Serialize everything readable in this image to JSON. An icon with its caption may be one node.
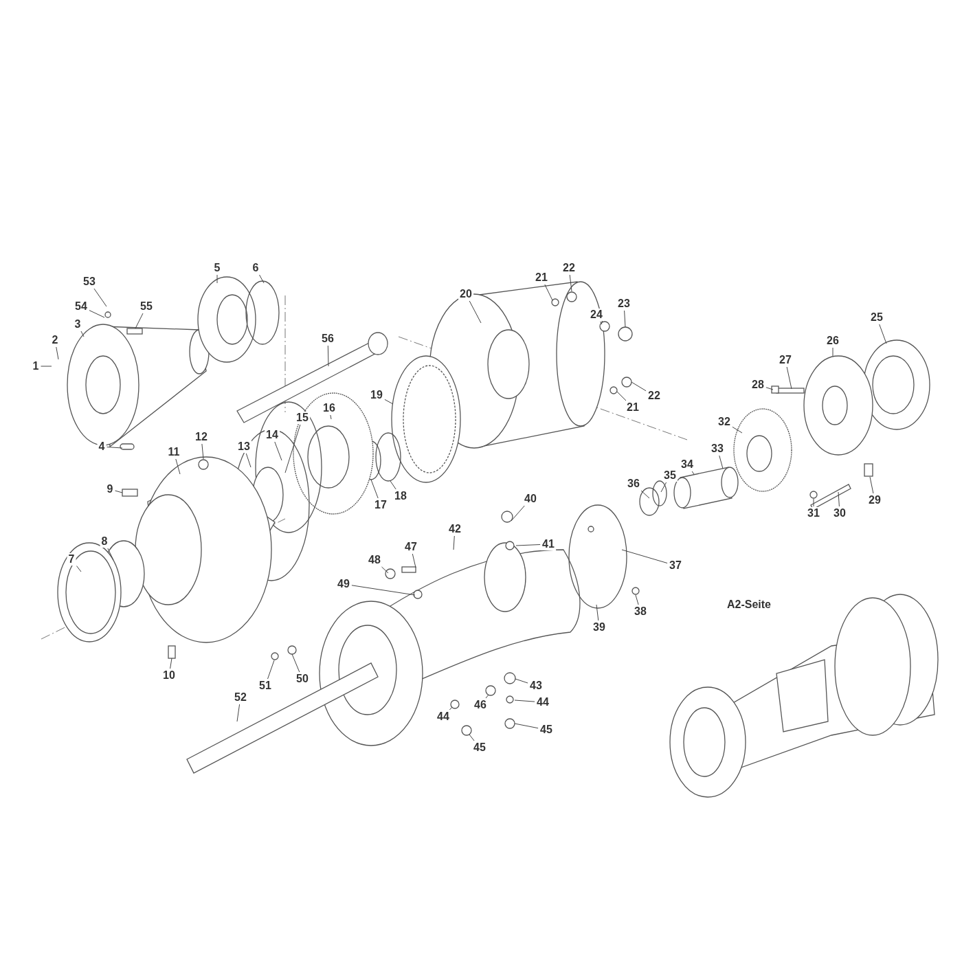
{
  "diagram": {
    "nodes": [
      {
        "text": [
          "1"
        ]
      },
      {
        "text": [
          "2"
        ]
      },
      {
        "text": [
          "3"
        ]
      },
      {
        "text": [
          "53"
        ]
      },
      {
        "text": [
          "54"
        ]
      },
      {
        "text": [
          "55"
        ]
      },
      {
        "text": [
          "5"
        ]
      },
      {
        "text": [
          "6"
        ]
      },
      {
        "text": [
          "4"
        ]
      },
      {
        "text": [
          "56"
        ]
      },
      {
        "text": [
          "20"
        ]
      },
      {
        "text": [
          "21"
        ]
      },
      {
        "text": [
          "22"
        ]
      },
      {
        "text": [
          "24"
        ]
      },
      {
        "text": [
          "23"
        ]
      },
      {
        "text": [
          "22"
        ]
      },
      {
        "text": [
          "21"
        ]
      },
      {
        "text": [
          "19"
        ]
      },
      {
        "text": [
          "16"
        ]
      },
      {
        "text": [
          "15"
        ]
      },
      {
        "text": [
          "14"
        ]
      },
      {
        "text": [
          "13"
        ]
      },
      {
        "text": [
          "12"
        ]
      },
      {
        "text": [
          "11"
        ]
      },
      {
        "text": [
          "17"
        ]
      },
      {
        "text": [
          "18"
        ]
      },
      {
        "text": [
          "9"
        ]
      },
      {
        "text": [
          "8"
        ]
      },
      {
        "text": [
          "7"
        ]
      },
      {
        "text": [
          "10"
        ]
      },
      {
        "text": [
          "25"
        ]
      },
      {
        "text": [
          "26"
        ]
      },
      {
        "text": [
          "27"
        ]
      },
      {
        "text": [
          "28"
        ]
      },
      {
        "text": [
          "32"
        ]
      },
      {
        "text": [
          "34"
        ]
      },
      {
        "text": [
          "33"
        ]
      },
      {
        "text": [
          "35"
        ]
      },
      {
        "text": [
          "36"
        ]
      },
      {
        "text": [
          "31"
        ]
      },
      {
        "text": [
          "30"
        ]
      },
      {
        "text": [
          "29"
        ]
      },
      {
        "text": [
          "40"
        ]
      },
      {
        "text": [
          "41"
        ]
      },
      {
        "text": [
          "42"
        ]
      },
      {
        "text": [
          "37"
        ]
      },
      {
        "text": [
          "38"
        ]
      },
      {
        "text": [
          "39"
        ]
      },
      {
        "text": [
          "47"
        ]
      },
      {
        "text": [
          "48"
        ]
      },
      {
        "text": [
          "49"
        ]
      },
      {
        "text": [
          "50"
        ]
      },
      {
        "text": [
          "51"
        ]
      },
      {
        "text": [
          "52"
        ]
      },
      {
        "text": [
          "43"
        ]
      },
      {
        "text": [
          "44"
        ]
      },
      {
        "text": [
          "44"
        ]
      },
      {
        "text": [
          "45"
        ]
      },
      {
        "text": [
          "46"
        ]
      },
      {
        "text": [
          "45"
        ]
      }
    ],
    "edges": [
      {
        "from": 0,
        "to": null,
        "arrow": "none"
      },
      {
        "from": 1,
        "to": null,
        "arrow": "none"
      },
      {
        "from": 2,
        "to": null,
        "arrow": "none"
      },
      {
        "from": 3,
        "to": null,
        "arrow": "none"
      },
      {
        "from": 4,
        "to": null,
        "arrow": "none"
      },
      {
        "from": 5,
        "to": null,
        "arrow": "none"
      },
      {
        "from": 6,
        "to": null,
        "arrow": "none"
      },
      {
        "from": 7,
        "to": null,
        "arrow": "none"
      },
      {
        "from": 8,
        "to": null,
        "arrow": "none"
      },
      {
        "from": 9,
        "to": null,
        "arrow": "none"
      },
      {
        "from": 10,
        "to": null,
        "arrow": "none"
      },
      {
        "from": 11,
        "to": null,
        "arrow": "none"
      },
      {
        "from": 12,
        "to": null,
        "arrow": "none"
      },
      {
        "from": 13,
        "to": null,
        "arrow": "none"
      },
      {
        "from": 14,
        "to": null,
        "arrow": "none"
      },
      {
        "from": 15,
        "to": null,
        "arrow": "none"
      },
      {
        "from": 16,
        "to": null,
        "arrow": "none"
      },
      {
        "from": 17,
        "to": null,
        "arrow": "none"
      },
      {
        "from": 18,
        "to": null,
        "arrow": "none"
      },
      {
        "from": 19,
        "to": null,
        "arrow": "none"
      },
      {
        "from": 20,
        "to": null,
        "arrow": "none"
      },
      {
        "from": 21,
        "to": null,
        "arrow": "none"
      },
      {
        "from": 22,
        "to": null,
        "arrow": "none"
      },
      {
        "from": 23,
        "to": null,
        "arrow": "none"
      },
      {
        "from": 24,
        "to": null,
        "arrow": "none"
      },
      {
        "from": 25,
        "to": null,
        "arrow": "none"
      },
      {
        "from": 26,
        "to": null,
        "arrow": "none"
      },
      {
        "from": 27,
        "to": null,
        "arrow": "none"
      },
      {
        "from": 28,
        "to": null,
        "arrow": "none"
      },
      {
        "from": 29,
        "to": null,
        "arrow": "none"
      },
      {
        "from": 30,
        "to": null,
        "arrow": "none"
      },
      {
        "from": 31,
        "to": null,
        "arrow": "none"
      },
      {
        "from": 32,
        "to": null,
        "arrow": "none"
      },
      {
        "from": 33,
        "to": null,
        "arrow": "none"
      },
      {
        "from": 34,
        "to": null,
        "arrow": "none"
      },
      {
        "from": 35,
        "to": null,
        "arrow": "none"
      },
      {
        "from": 36,
        "to": null,
        "arrow": "none"
      },
      {
        "from": 37,
        "to": null,
        "arrow": "none"
      },
      {
        "from": 38,
        "to": null,
        "arrow": "none"
      },
      {
        "from": 39,
        "to": null,
        "arrow": "none"
      },
      {
        "from": 40,
        "to": null,
        "arrow": "none"
      },
      {
        "from": 41,
        "to": null,
        "arrow": "none"
      },
      {
        "from": 42,
        "to": null,
        "arrow": "none"
      },
      {
        "from": 43,
        "to": null,
        "arrow": "none"
      },
      {
        "from": 44,
        "to": null,
        "arrow": "none"
      },
      {
        "from": 45,
        "to": null,
        "arrow": "none"
      },
      {
        "from": 46,
        "to": null,
        "arrow": "none"
      },
      {
        "from": 47,
        "to": null,
        "arrow": "none"
      },
      {
        "from": 48,
        "to": null,
        "arrow": "none"
      },
      {
        "from": 49,
        "to": null,
        "arrow": "none"
      },
      {
        "from": 50,
        "to": null,
        "arrow": "none"
      },
      {
        "from": 51,
        "to": null,
        "arrow": "none"
      },
      {
        "from": 52,
        "to": null,
        "arrow": "none"
      },
      {
        "from": 53,
        "to": null,
        "arrow": "none"
      },
      {
        "from": 54,
        "to": null,
        "arrow": "none"
      },
      {
        "from": 55,
        "to": null,
        "arrow": "none"
      },
      {
        "from": 56,
        "to": null,
        "arrow": "none"
      },
      {
        "from": 57,
        "to": null,
        "arrow": "none"
      },
      {
        "from": 58,
        "to": null,
        "arrow": "none"
      },
      {
        "from": 59,
        "to": null,
        "arrow": "none"
      }
    ],
    "labels": [
      "A2-Seite"
    ]
  }
}
